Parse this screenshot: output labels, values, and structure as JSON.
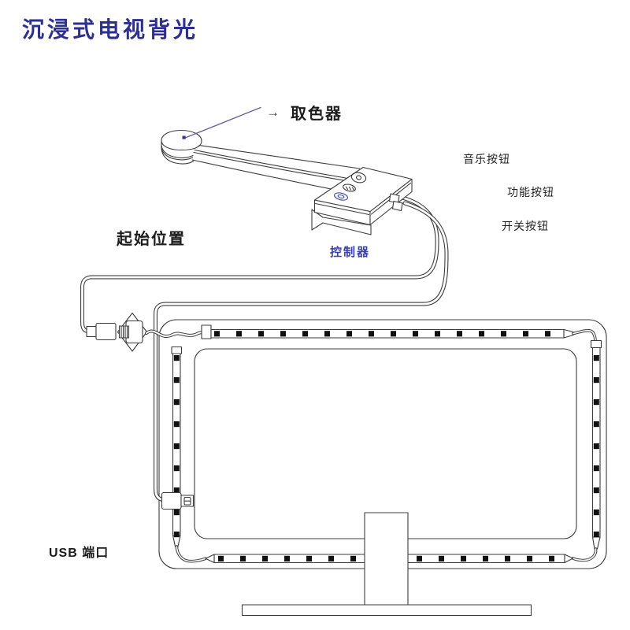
{
  "page": {
    "title": "沉浸式电视背光"
  },
  "labels": {
    "color_picker_arrow": "→",
    "color_picker": "取色器",
    "music_button": "音乐按钮",
    "function_button": "功能按钮",
    "power_button": "开关按钮",
    "controller": "控制器",
    "start_position": "起始位置",
    "usb_port": "USB 端口"
  },
  "colors": {
    "title": "#2d2f92",
    "controller_label": "#3a3fb4",
    "line": "#3c3c3c",
    "accent_button": "#4146b4",
    "leader_line": "#63639b"
  },
  "strips": {
    "top_leds": 16,
    "bottom_leds": 16,
    "left_leds": 9,
    "right_leds": 9
  }
}
